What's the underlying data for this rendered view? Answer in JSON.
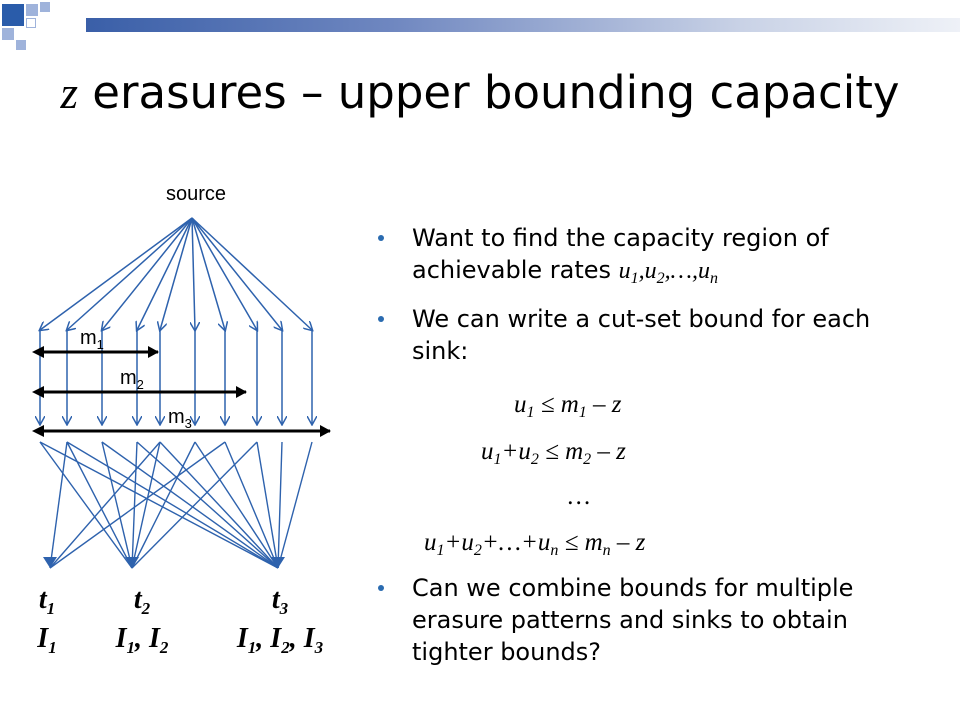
{
  "title": {
    "variable": "z",
    "text": " erasures – upper bounding capacity"
  },
  "diagram": {
    "source_label": "source",
    "cut_labels": [
      {
        "base": "m",
        "sub": "1"
      },
      {
        "base": "m",
        "sub": "2"
      },
      {
        "base": "m",
        "sub": "3"
      }
    ],
    "sinks": [
      {
        "name": "t",
        "sub": "1",
        "info": [
          {
            "base": "I",
            "sub": "1"
          }
        ]
      },
      {
        "name": "t",
        "sub": "2",
        "info": [
          {
            "base": "I",
            "sub": "1"
          },
          {
            "base": "I",
            "sub": "2"
          }
        ]
      },
      {
        "name": "t",
        "sub": "3",
        "info": [
          {
            "base": "I",
            "sub": "1"
          },
          {
            "base": "I",
            "sub": "2"
          },
          {
            "base": "I",
            "sub": "3"
          }
        ]
      }
    ],
    "info_separator": ", "
  },
  "bullets": [
    {
      "text": "Want to find the capacity region of achievable rates ",
      "math": "u1,u2,…,un"
    },
    {
      "text": "We can write a cut-set bound for each sink:"
    },
    {
      "text": "Can we combine bounds for multiple erasure patterns and sinks to obtain tighter bounds?"
    }
  ],
  "equations": [
    "u1 ≤ m1 – z",
    "u1+u2 ≤ m2 – z",
    "…",
    "u1+u2+…+un ≤ mn – z"
  ],
  "colors": {
    "accent_blue": "#2a6bb0",
    "arrow_blue": "#2e62ad",
    "deco_blue": "#2a5caa",
    "deco_light": "#9fb3db"
  }
}
